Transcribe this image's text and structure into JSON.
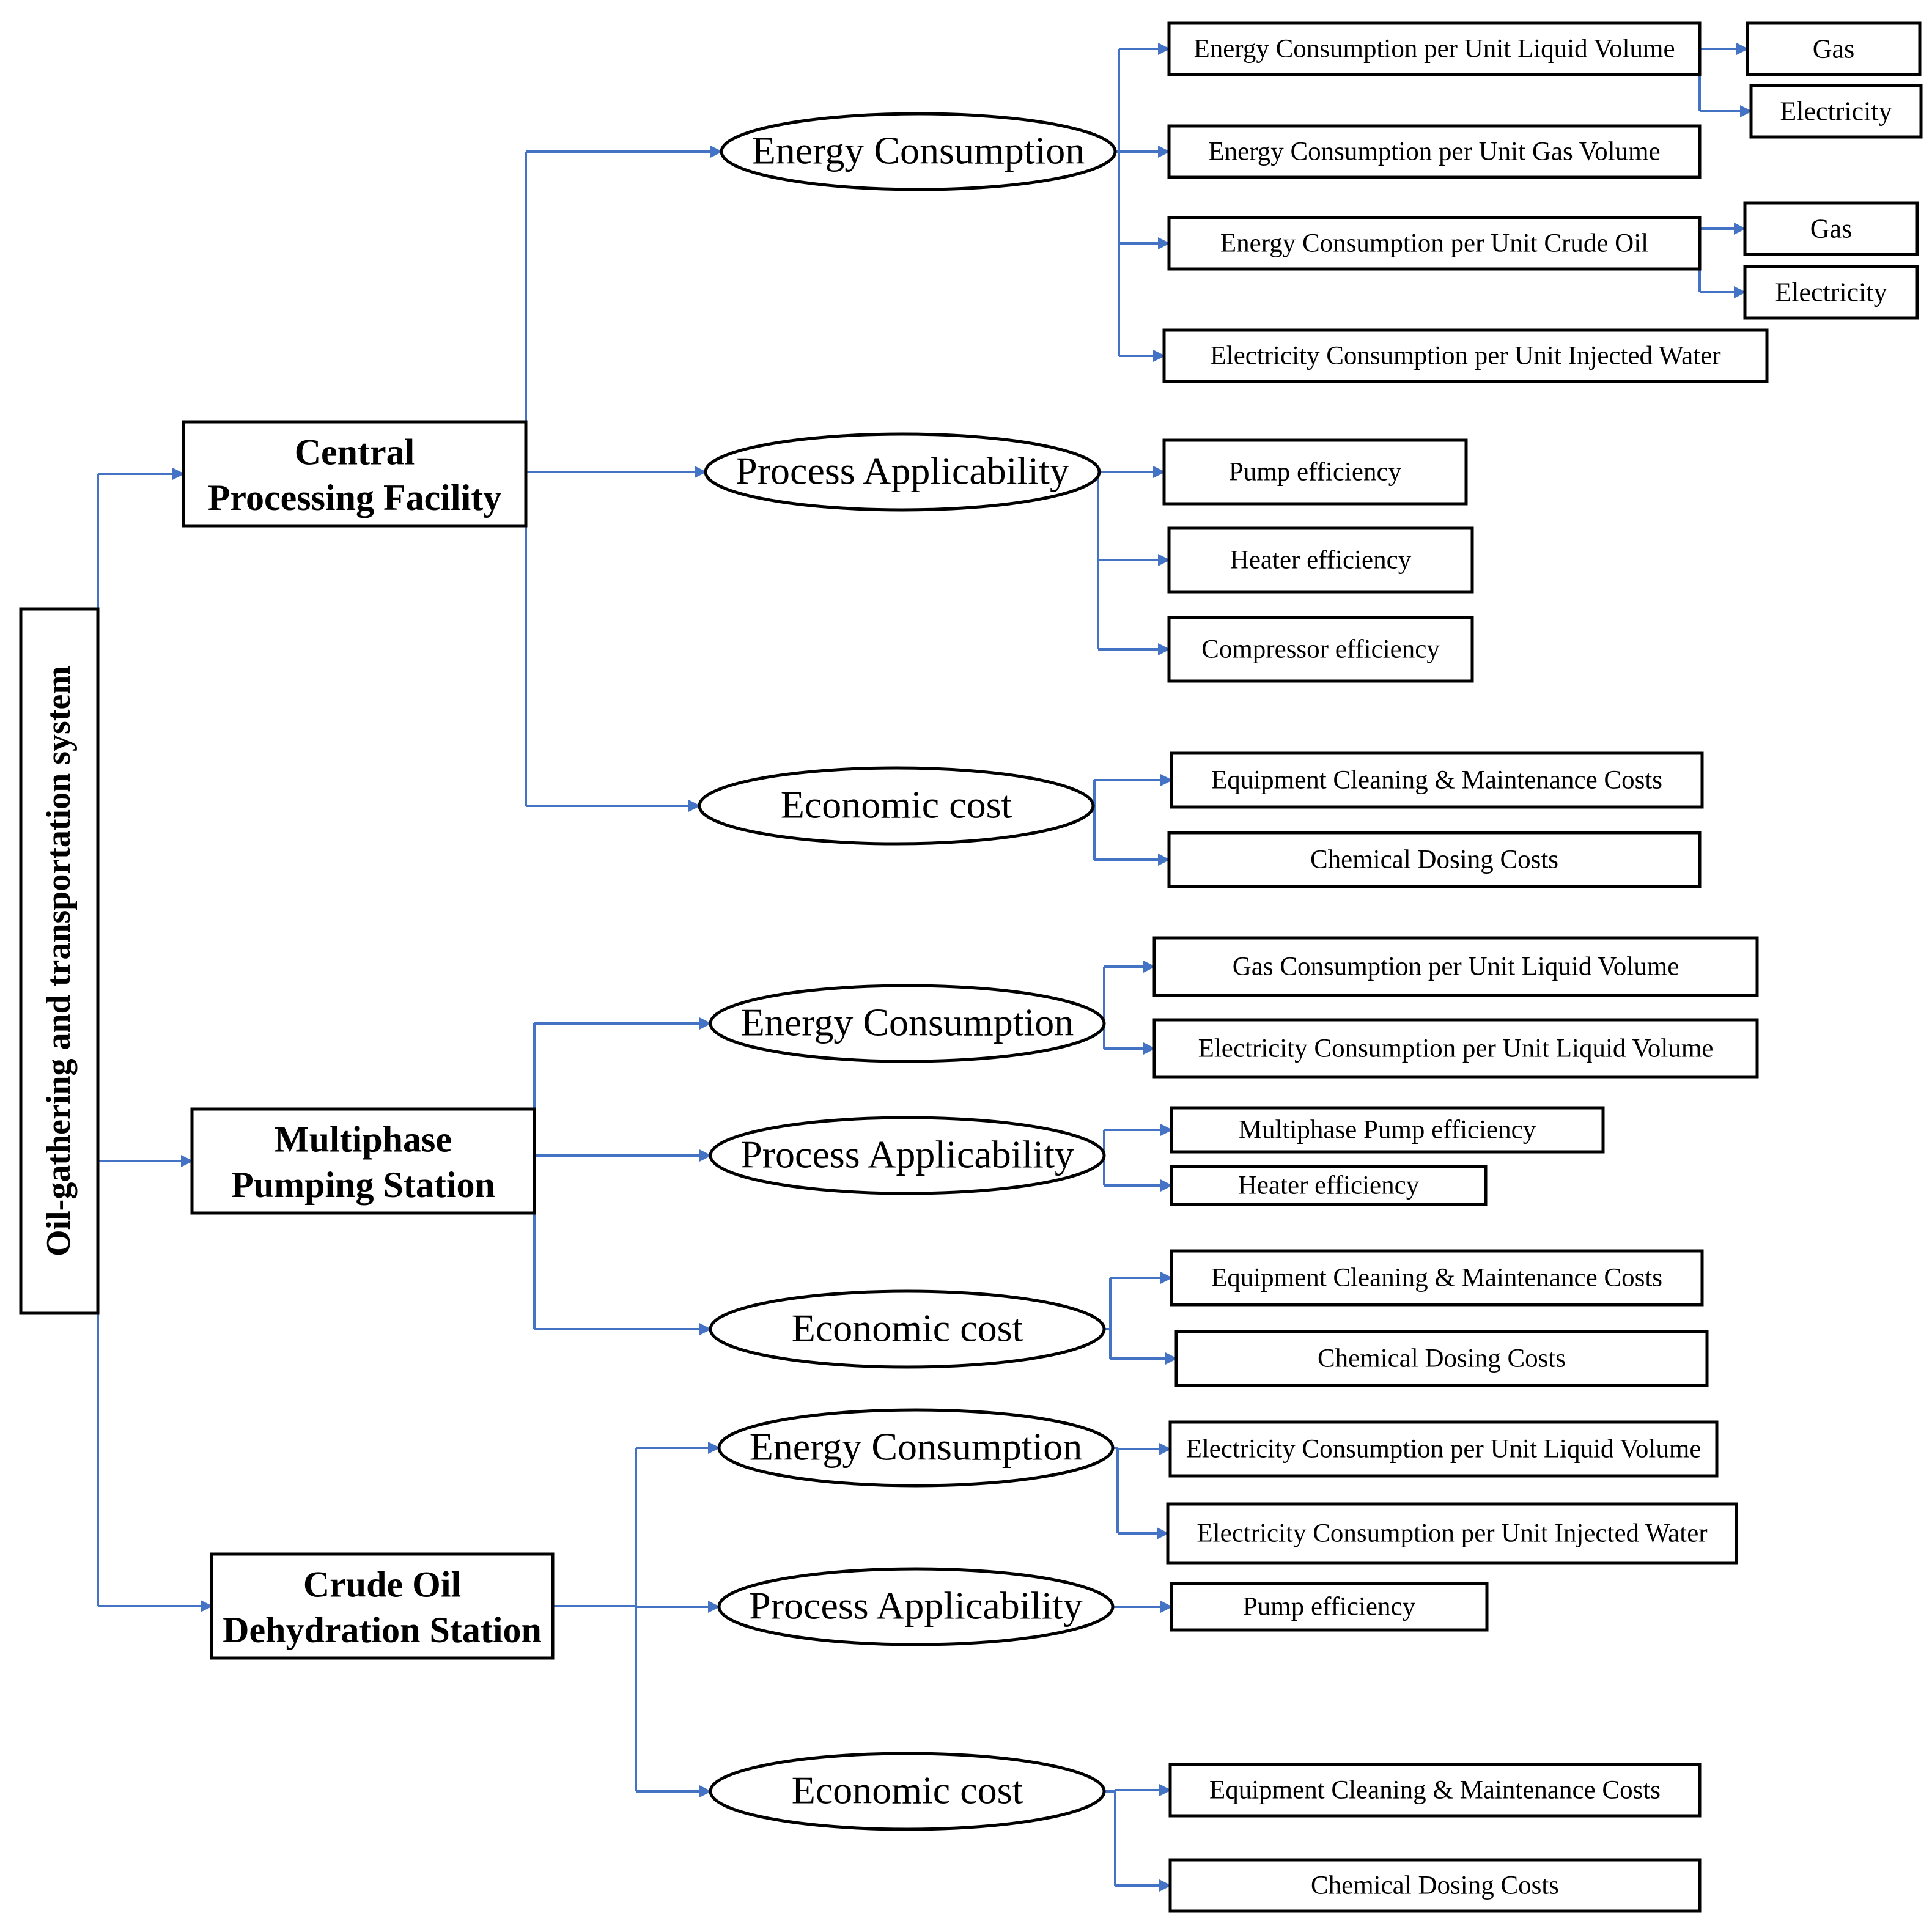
{
  "root": "Oil-gathering and transportation system",
  "stations": [
    {
      "name_lines": [
        "Central",
        "Processing  Facility"
      ],
      "categories": [
        {
          "label": "Energy Consumption",
          "items": [
            {
              "label": "Energy Consumption per Unit Liquid Volume",
              "sub": [
                "Gas",
                "Electricity"
              ]
            },
            {
              "label": "Energy Consumption per Unit Gas Volume"
            },
            {
              "label": "Energy Consumption per Unit Crude Oil",
              "sub": [
                "Gas",
                "Electricity"
              ]
            },
            {
              "label": "Electricity Consumption per Unit Injected Water"
            }
          ]
        },
        {
          "label": "Process Applicability",
          "items": [
            {
              "label": "Pump efficiency"
            },
            {
              "label": "Heater efficiency"
            },
            {
              "label": "Compressor efficiency"
            }
          ]
        },
        {
          "label": "Economic cost",
          "items": [
            {
              "label": "Equipment Cleaning & Maintenance Costs"
            },
            {
              "label": "Chemical Dosing Costs"
            }
          ]
        }
      ]
    },
    {
      "name_lines": [
        "Multiphase",
        "Pumping    Station"
      ],
      "categories": [
        {
          "label": "Energy Consumption",
          "items": [
            {
              "label": "Gas Consumption per Unit Liquid Volume"
            },
            {
              "label": "Electricity Consumption per Unit Liquid Volume"
            }
          ]
        },
        {
          "label": "Process Applicability",
          "items": [
            {
              "label": "Multiphase Pump efficiency"
            },
            {
              "label": "Heater efficiency"
            }
          ]
        },
        {
          "label": "Economic cost",
          "items": [
            {
              "label": "Equipment Cleaning & Maintenance Costs"
            },
            {
              "label": "Chemical Dosing Costs"
            }
          ]
        }
      ]
    },
    {
      "name_lines": [
        "Crude Oil",
        "Dehydration Station"
      ],
      "categories": [
        {
          "label": "Energy Consumption",
          "items": [
            {
              "label": "Electricity Consumption per Unit Liquid Volume"
            },
            {
              "label": "Electricity Consumption per Unit Injected Water"
            }
          ]
        },
        {
          "label": "Process Applicability",
          "items": [
            {
              "label": "Pump efficiency"
            }
          ]
        },
        {
          "label": "Economic cost",
          "items": [
            {
              "label": "Equipment Cleaning & Maintenance Costs"
            },
            {
              "label": "Chemical Dosing Costs"
            }
          ]
        }
      ]
    }
  ]
}
